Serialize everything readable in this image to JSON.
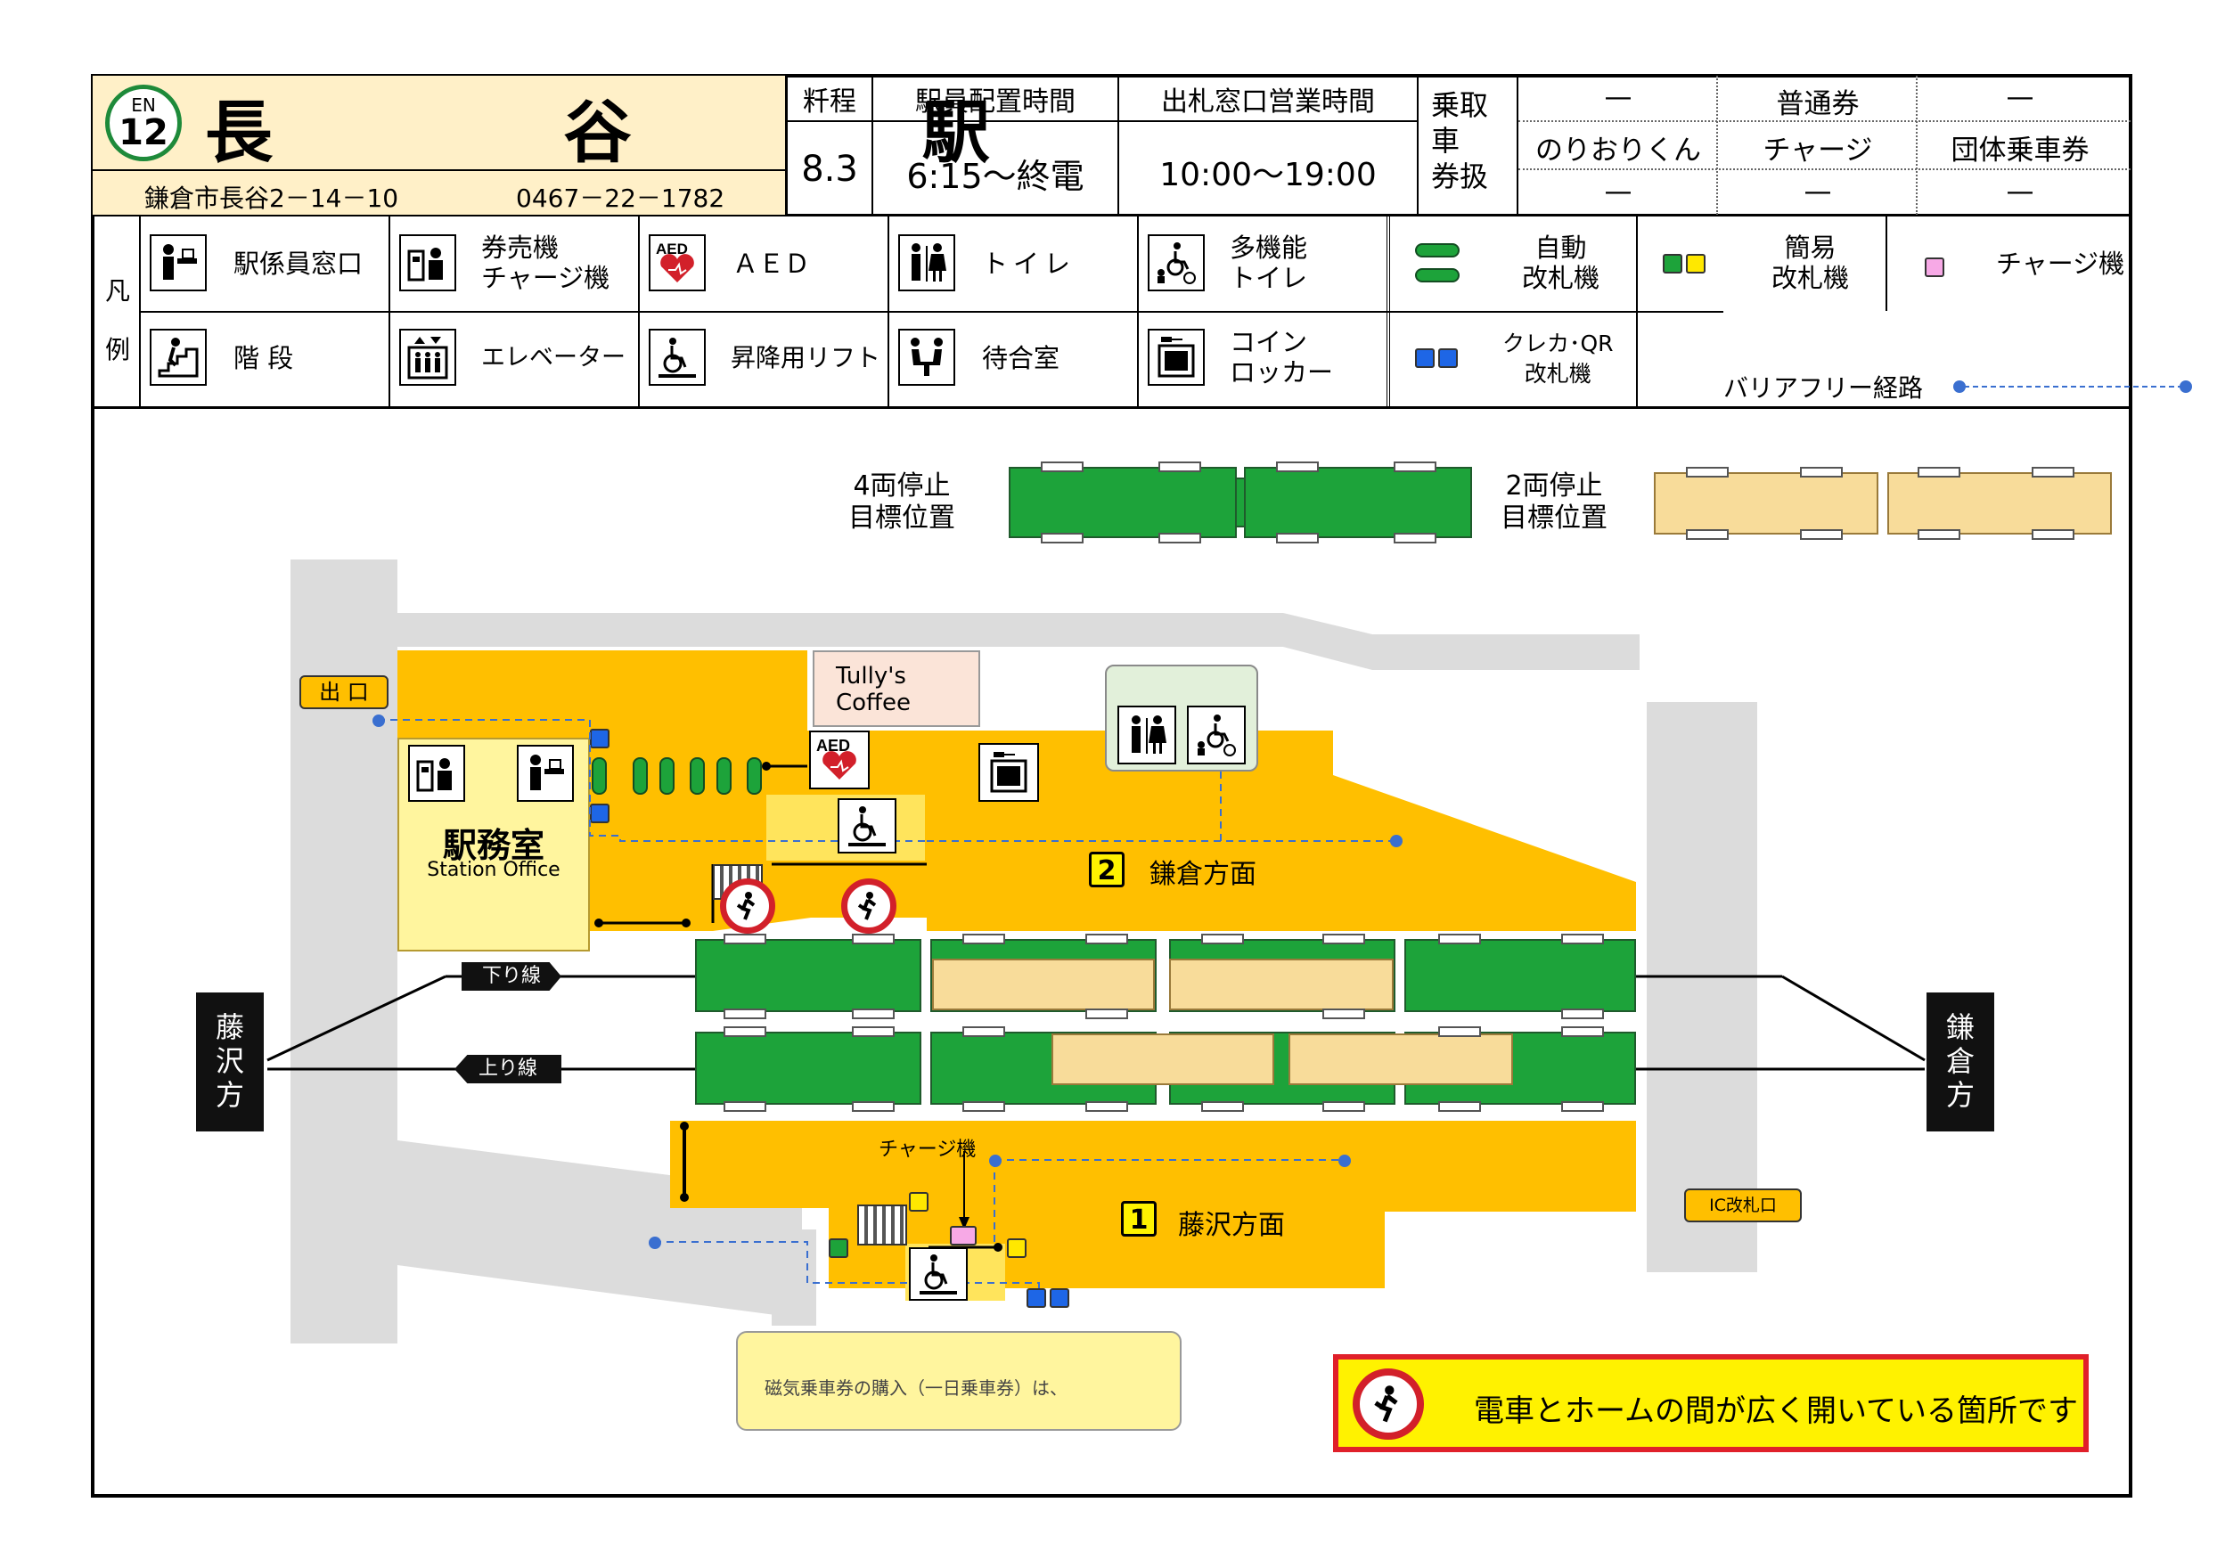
{
  "station": {
    "line_code": "EN",
    "number": "12",
    "name": "長 谷 駅",
    "address": "鎌倉市長谷2－14－10",
    "phone": "0467－22－1782"
  },
  "header": {
    "distance_label": "粁程",
    "distance_value": "8.3",
    "staff_label": "駅員配置時間",
    "staff_value": "6:15～終電",
    "window_label": "出札窓口営業時間",
    "window_value": "10:00～19:00",
    "tickets_label_1": "乗取",
    "tickets_label_2": "車",
    "tickets_label_3": "券扱",
    "ticket_rows": [
      [
        "—",
        "普通券",
        "—"
      ],
      [
        "のりおりくん",
        "チャージ",
        "団体乗車券"
      ],
      [
        "—",
        "—",
        "—"
      ]
    ]
  },
  "legend": {
    "label_1": "凡",
    "label_2": "例",
    "items": {
      "staff_window": "駅係員窓口",
      "ticket_machine": "券売機\nチャージ機",
      "aed": "ＡＥＤ",
      "toilet": "トイレ",
      "multi_toilet": "多機能\nトイレ",
      "auto_gate": "自動\n改札機",
      "simple_gate": "簡易\n改札機",
      "charge_machine": "チャージ機",
      "stairs": "階 段",
      "elevator": "エレベーター",
      "lift": "昇降用リフト",
      "waiting": "待合室",
      "locker": "コイン\nロッカー",
      "card_gate": "クレカ･QR\n改札機",
      "barrier_free": "バリアフリー経路"
    }
  },
  "stop_targets": {
    "four_car": "4両停止\n目標位置",
    "two_car": "2両停止\n目標位置"
  },
  "map": {
    "exit": "出 口",
    "cafe": "Tully's\nCoffee",
    "aed_tag": "AED",
    "office_jp": "駅務室",
    "office_en": "Station Office",
    "platform2_num": "2",
    "platform2_dir": "鎌倉方面",
    "platform1_num": "1",
    "platform1_dir": "藤沢方面",
    "down_line": "下り線",
    "up_line": "上り線",
    "fujisawa": "藤\n沢\n方",
    "kamakura": "鎌\n倉\n方",
    "charge_label": "チャージ機",
    "ic_gate": "IC改札口",
    "note": "磁気乗車券の購入（一日乗車券）は、",
    "warning": "電車とホームの間が広く開いている箇所です"
  },
  "colors": {
    "platform": "#FFBF00",
    "pale_area": "#FFF1A8",
    "train_green": "#1DA33A",
    "train_cream": "#F8DC9A",
    "route_blue": "#3a6fd0",
    "warning_red": "#E0202A",
    "warning_yellow": "#FFF200"
  }
}
